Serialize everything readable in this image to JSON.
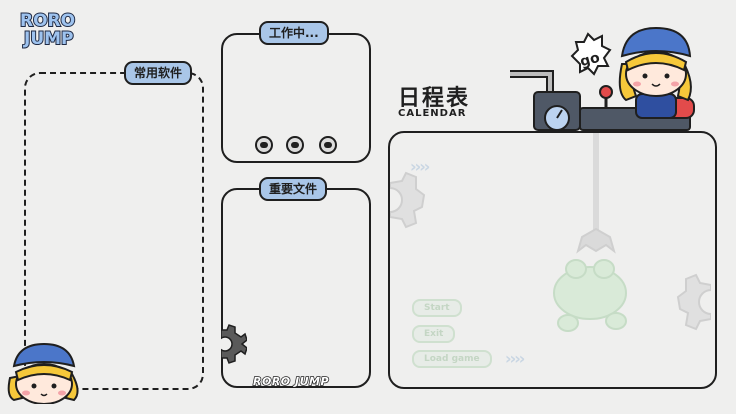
{
  "logo": {
    "line1": "RORO",
    "line2": "JUMP"
  },
  "panels": {
    "apps": {
      "label": "常用软件"
    },
    "working": {
      "label": "工作中..."
    },
    "files": {
      "label": "重要文件"
    }
  },
  "calendar": {
    "title": "日程表",
    "subtitle": "CALENDAR",
    "bubble": "go",
    "menu": {
      "start": "Start",
      "exit": "Exit",
      "load": "Load game"
    }
  },
  "brand_bottom": "RORO JUMP",
  "colors": {
    "background": "#efefee",
    "accent": "#a9c6e8",
    "outline": "#1f1f1f"
  }
}
